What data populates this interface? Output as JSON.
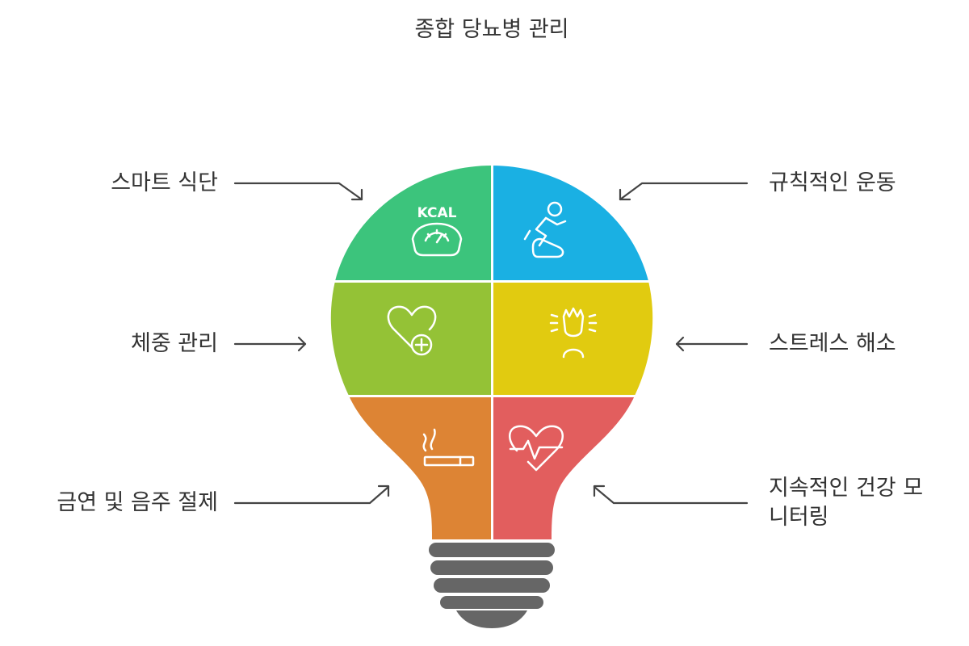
{
  "title": "종합 당뇨병 관리",
  "sections": [
    {
      "id": "smart-diet",
      "label": "스마트 식단",
      "color": "#3cc47c",
      "icon": "kcal-scale-icon",
      "icon_text": "KCAL"
    },
    {
      "id": "exercise",
      "label": "규칙적인 운동",
      "color": "#1ab0e3",
      "icon": "exercise-bike-icon"
    },
    {
      "id": "weight",
      "label": "체중 관리",
      "color": "#94c236",
      "icon": "heart-plus-icon"
    },
    {
      "id": "stress",
      "label": "스트레스 해소",
      "color": "#e1cb10",
      "icon": "stressed-person-icon"
    },
    {
      "id": "smoking",
      "label": "금연 및 음주 절제",
      "color": "#dd8434",
      "icon": "cigarette-icon"
    },
    {
      "id": "monitoring",
      "label_line1": "지속적인 건강 모",
      "label_line2": "니터링",
      "color": "#e25e5e",
      "icon": "heartbeat-icon"
    }
  ],
  "colors": {
    "base": "#666666",
    "text": "#333333",
    "arrow": "#444444"
  }
}
